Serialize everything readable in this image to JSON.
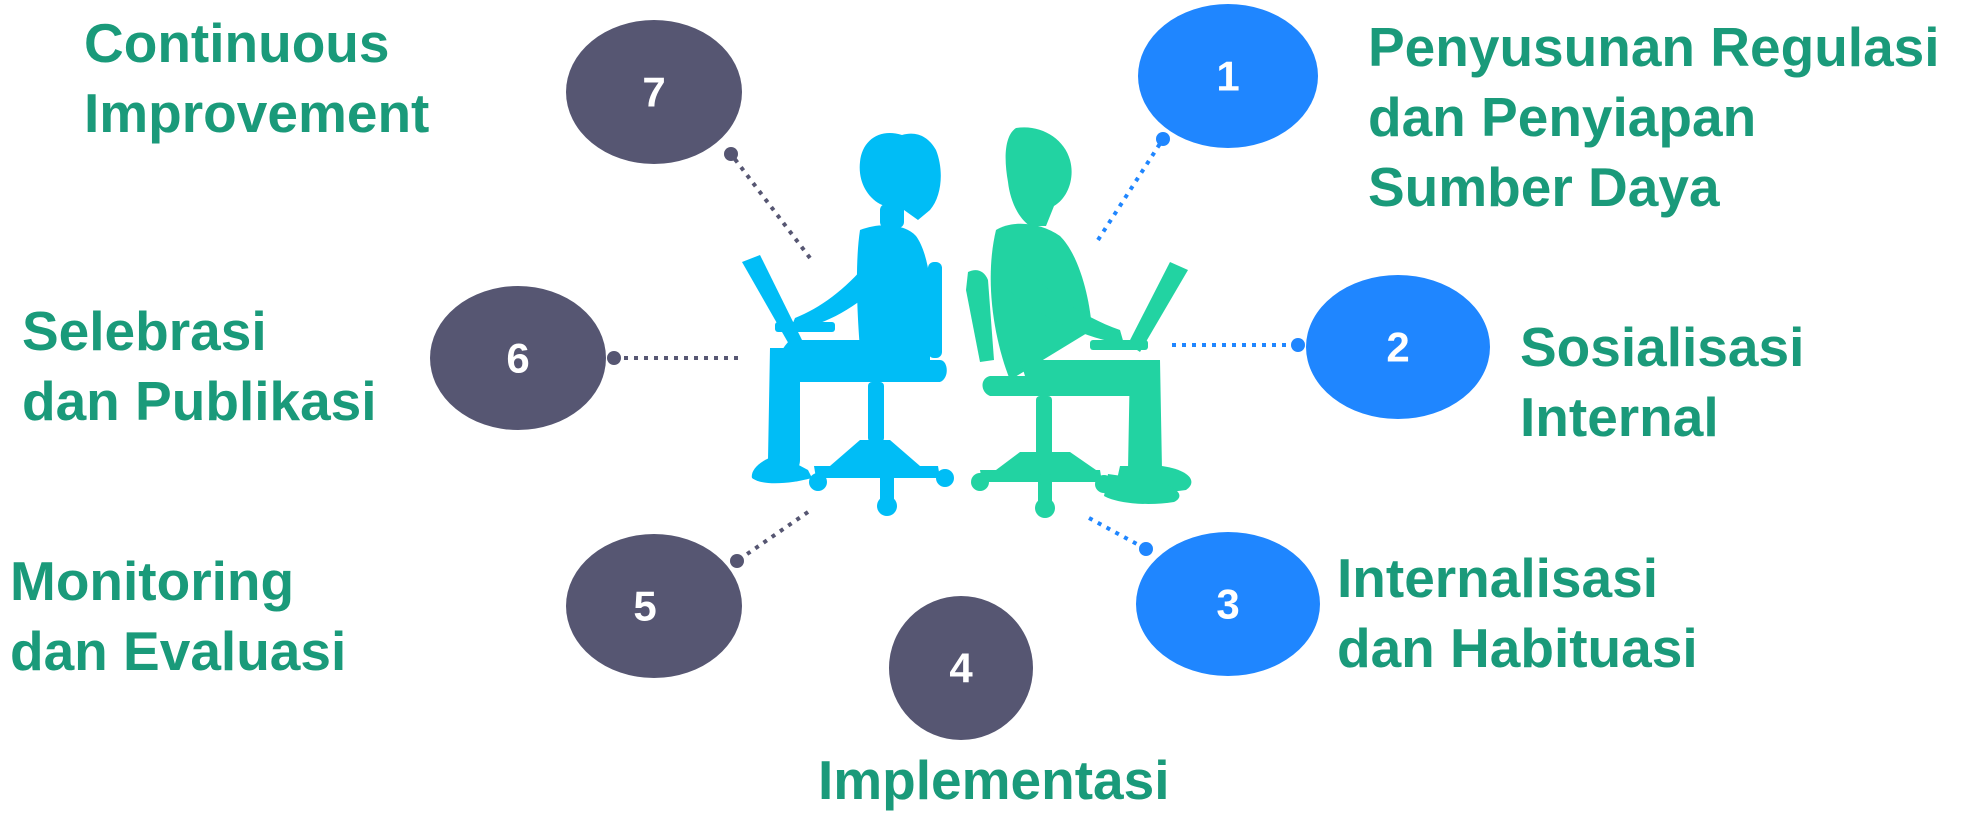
{
  "colors": {
    "accent_blue": "#1f86ff",
    "dark_node": "#565672",
    "label_green": "#1a9a7a",
    "figure_cyan": "#00bdf6",
    "figure_teal": "#22d3a2"
  },
  "steps": [
    {
      "number": "1",
      "lines": [
        "Penyusunan Regulasi",
        "dan Penyiapan",
        "Sumber Daya"
      ]
    },
    {
      "number": "2",
      "lines": [
        "Sosialisasi",
        "Internal"
      ]
    },
    {
      "number": "3",
      "lines": [
        "Internalisasi",
        "dan Habituasi"
      ]
    },
    {
      "number": "4",
      "lines": [
        "Implementasi"
      ]
    },
    {
      "number": "5",
      "lines": [
        "Monitoring",
        "dan Evaluasi"
      ]
    },
    {
      "number": "6",
      "lines": [
        "Selebrasi",
        "dan Publikasi"
      ]
    },
    {
      "number": "7",
      "lines": [
        "Continuous",
        "Improvement"
      ]
    }
  ],
  "illustration": {
    "icon": "two-people-working-on-laptops-back-to-back-icon"
  }
}
